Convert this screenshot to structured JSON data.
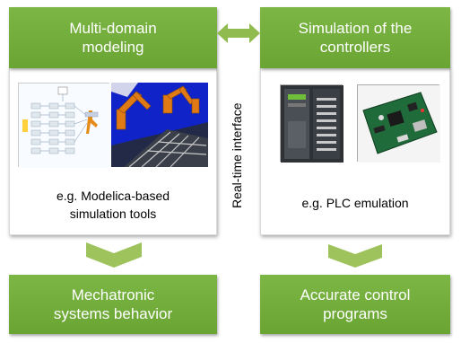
{
  "left_column": {
    "header_line1": "Multi-domain",
    "header_line2": "modeling",
    "caption_line1": "e.g. Modelica-based",
    "caption_line2": "simulation tools",
    "footer_line1": "Mechatronic",
    "footer_line2": "systems behavior"
  },
  "right_column": {
    "header_line1": "Simulation of the",
    "header_line2": "controllers",
    "caption": "e.g. PLC emulation",
    "footer_line1": "Accurate control",
    "footer_line2": "programs"
  },
  "interface_label": "Real-time interface",
  "colors": {
    "green": "#72ad3b",
    "chevron": "#9ec35d",
    "arrow": "#8fbb4f"
  }
}
